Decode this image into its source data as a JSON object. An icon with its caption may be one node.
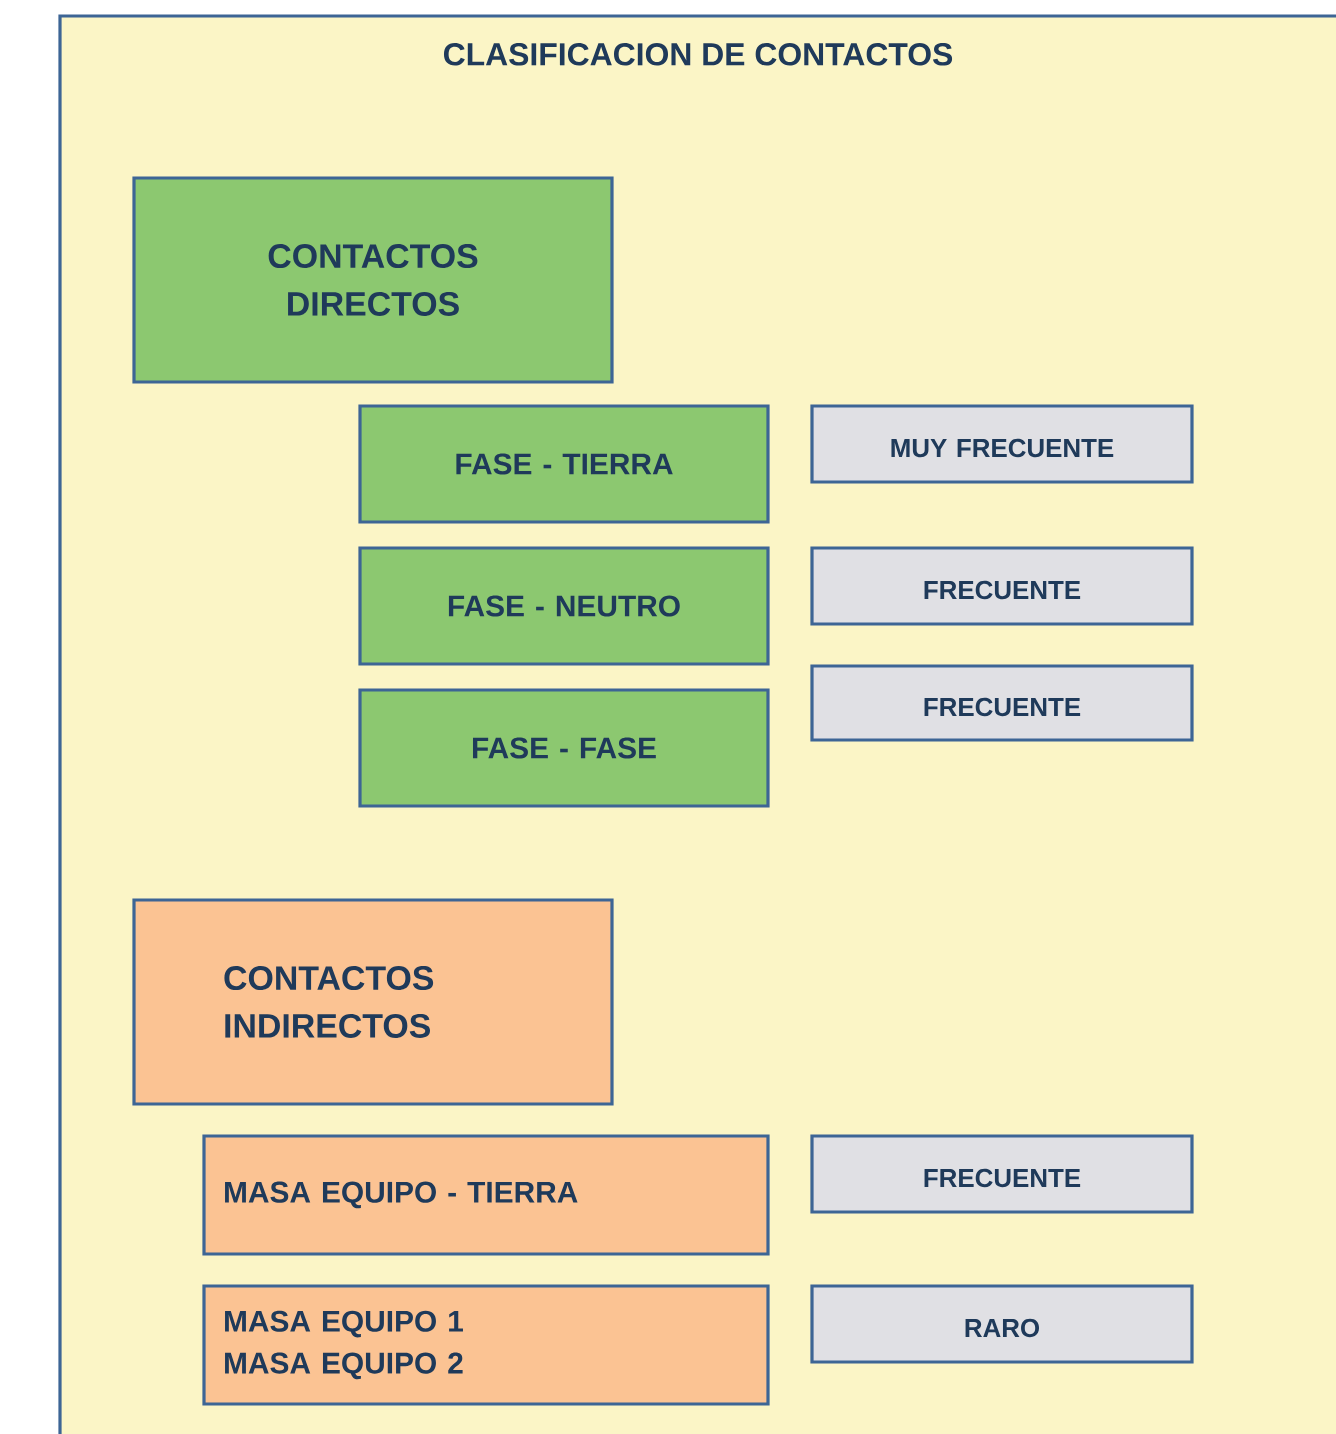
{
  "diagram": {
    "nodes": [
      {
        "text": [
          "CLASIFICACION DE CONTACTOS"
        ]
      },
      {
        "text": [
          "CONTACTOS DIRECTOS"
        ],
        "in": 0
      },
      {
        "text": [
          "FASE - TIERRA"
        ],
        "in": 0
      },
      {
        "text": [
          "MUY FRECUENTE"
        ],
        "in": 0
      },
      {
        "text": [
          "FASE - NEUTRO"
        ],
        "in": 0
      },
      {
        "text": [
          "FRECUENTE"
        ],
        "in": 0
      },
      {
        "text": [
          "FASE - FASE"
        ],
        "in": 0
      },
      {
        "text": [
          "FRECUENTE"
        ],
        "in": 0
      },
      {
        "text": [
          "CONTACTOS INDIRECTOS"
        ],
        "in": 0
      },
      {
        "text": [
          "MASA EQUIPO - TIERRA"
        ],
        "in": 0
      },
      {
        "text": [
          "FRECUENTE"
        ],
        "in": 0
      },
      {
        "text": [
          "MASA EQUIPO 1 MASA EQUIPO 2"
        ],
        "in": 0
      },
      {
        "text": [
          "RARO"
        ],
        "in": 0
      }
    ]
  }
}
